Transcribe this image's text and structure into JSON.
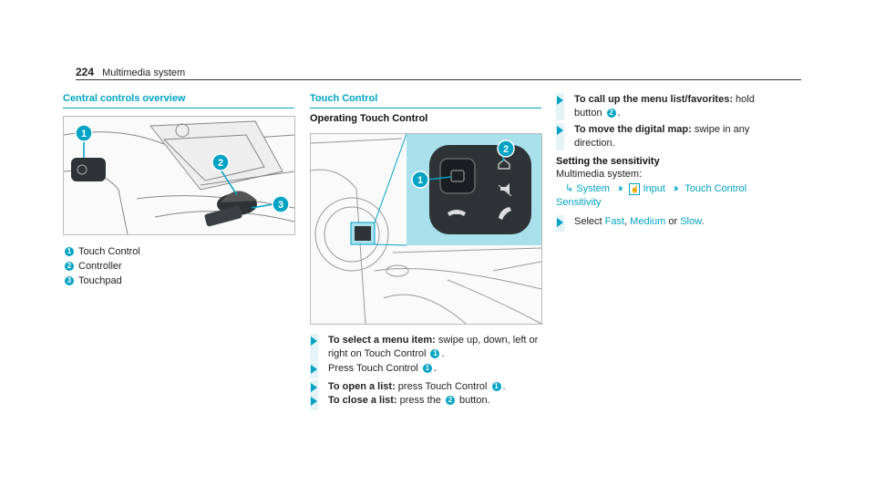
{
  "header": {
    "page_number": "224",
    "title": "Multimedia system"
  },
  "left": {
    "title": "Central controls overview",
    "figure_callouts": [
      "1",
      "2",
      "3"
    ],
    "legend": [
      {
        "num": "1",
        "label": "Touch Control"
      },
      {
        "num": "2",
        "label": "Controller"
      },
      {
        "num": "3",
        "label": "Touchpad"
      }
    ]
  },
  "middle": {
    "title": "Touch Control",
    "subtitle": "Operating Touch Control",
    "figure_callouts": [
      "1",
      "2"
    ],
    "steps": [
      {
        "bold": "To select a menu item:",
        "pre": " swipe up, down, left or right on Touch Control ",
        "num": "1",
        "post": "."
      },
      {
        "bold": "",
        "pre": "Press Touch Control ",
        "num": "1",
        "post": "."
      },
      {
        "bold": "To open a list:",
        "pre": " press Touch Control ",
        "num": "1",
        "post": "."
      },
      {
        "bold": "To close a list:",
        "pre": " press the ",
        "num": "2",
        "post": " button."
      }
    ]
  },
  "right": {
    "steps": [
      {
        "bold": "To call up the menu list/favorites:",
        "pre": " hold button ",
        "num": "2",
        "post": "."
      },
      {
        "bold": "To move the digital map:",
        "pre": " swipe in any direction.",
        "num": "",
        "post": ""
      }
    ],
    "sensitivity": {
      "heading": "Setting the sensitivity",
      "intro": "Multimedia system:",
      "path": [
        "System",
        "Input",
        "Touch Control",
        "Sensitivity"
      ],
      "select_pre": "Select ",
      "options": [
        "Fast",
        "Medium",
        "Slow"
      ],
      "sep1": ", ",
      "sep2": " or ",
      "end": "."
    }
  },
  "colors": {
    "accent": "#00a3c4",
    "panel": "#2e3336",
    "figure_bg": "#fafafa"
  },
  "icons": [
    "chevron-double-right-icon",
    "return-arrow-icon",
    "hand-touch-icon",
    "phone-accept-icon",
    "phone-hangup-icon",
    "mute-icon",
    "home-icon"
  ]
}
